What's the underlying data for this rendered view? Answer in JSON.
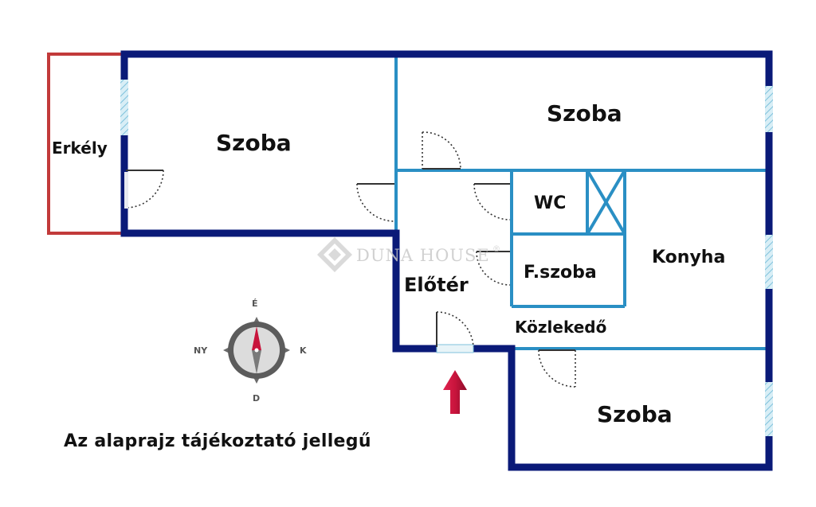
{
  "rooms": {
    "erkely": "Erkély",
    "szoba_left": "Szoba",
    "szoba_top_right": "Szoba",
    "wc": "WC",
    "konyha": "Konyha",
    "fszoba": "F.szoba",
    "eloter": "Előtér",
    "kozlekedo": "Közlekedő",
    "szoba_bottom": "Szoba"
  },
  "compass": {
    "north": "É",
    "south": "D",
    "east": "K",
    "west": "NY"
  },
  "watermark": {
    "text": "DUNA HOUSE",
    "registered": "®"
  },
  "note": "Az alaprajz tájékoztató jellegű",
  "colors": {
    "outer_wall": "#0a1a78",
    "inner_wall": "#2a8fc4",
    "balcony": "#c23a3a",
    "arrow": "#c8143c",
    "window": "#a8d8e8"
  },
  "icons": {
    "compass": "compass-icon",
    "entrance": "entrance-arrow-icon",
    "watermark": "duna-house-logo"
  }
}
